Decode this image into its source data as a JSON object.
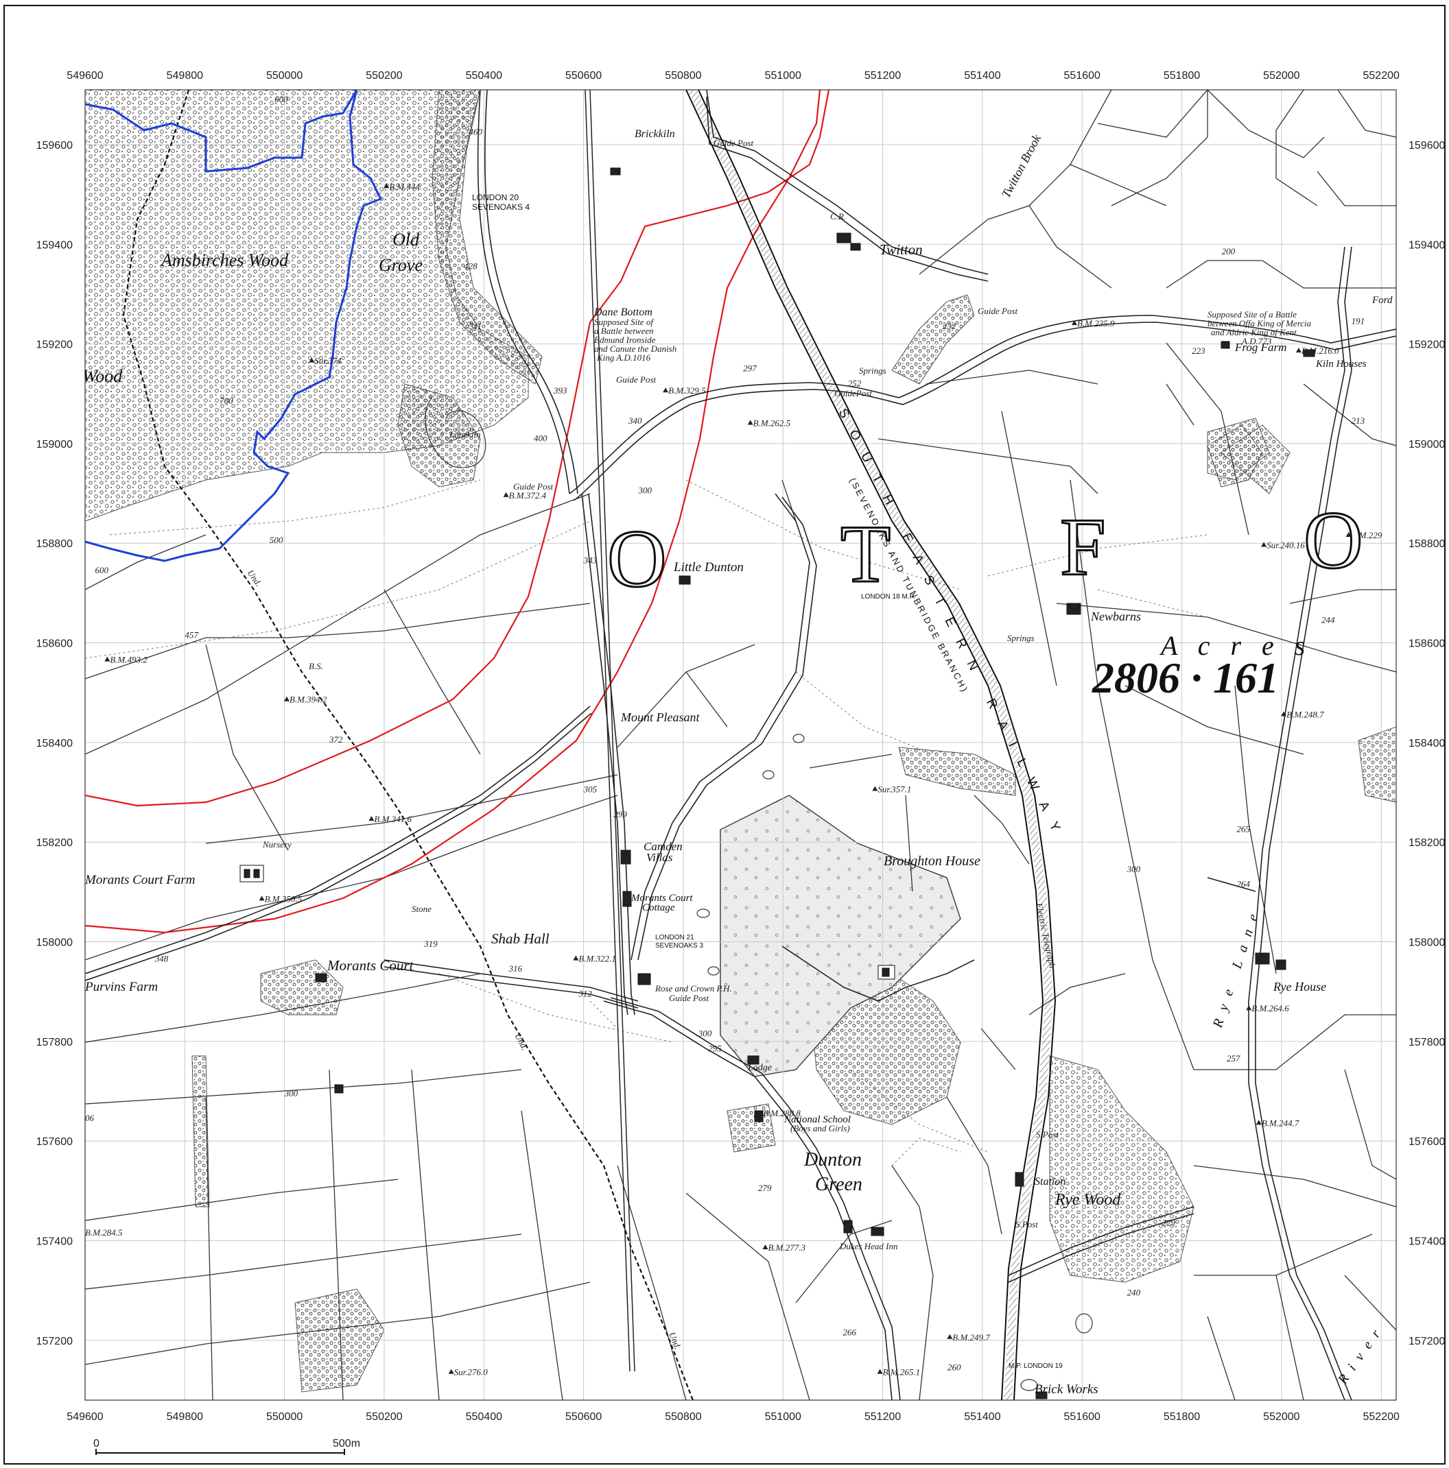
{
  "map": {
    "x_ticks": [
      "549600",
      "549800",
      "550000",
      "550200",
      "550400",
      "550600",
      "550800",
      "551000",
      "551200",
      "551400",
      "551600",
      "551800",
      "552000",
      "552200"
    ],
    "y_ticks": [
      "159600",
      "159400",
      "159200",
      "159000",
      "158800",
      "158600",
      "158400",
      "158200",
      "158000",
      "157800",
      "157600",
      "157400",
      "157200"
    ],
    "extent": {
      "xmin": 549600,
      "xmax": 552230,
      "ymin": 157080,
      "ymax": 159710
    },
    "colors": {
      "boundary_blue": "#1f3fd6",
      "contour_red": "#e01a1a",
      "grid": "#c8c8c8",
      "ink": "#111111",
      "woodland": "#555555"
    },
    "scale_bar": {
      "start": "0",
      "end": "500m"
    }
  },
  "labels": {
    "ansbirches_wood": "Amsbirches Wood",
    "old": "Old",
    "grove": "Grove",
    "wood": "Wood",
    "brickkiln": "Brickkiln",
    "guide_post": "Guide Post",
    "guide_post2": "Guide Post",
    "guide_post3": "GuidePost",
    "guide_post4": "Guide Post",
    "guide_post5": "Guide Post",
    "london_sevenoaks_top_1": "LONDON   20",
    "london_sevenoaks_top_2": "SEVENOAKS  4",
    "london_sevenoaks_mid_1": "LONDON   21",
    "london_sevenoaks_mid_2": "SEVENOAKS 3",
    "twitton": "Twitton",
    "twitton_brook": "Twitton Brook",
    "dane_bottom": "Dane Bottom",
    "battle_1": "Supposed Site of",
    "battle_2": "a Battle between",
    "battle_3": "Edmund Ironside",
    "battle_4": "and Canute the Danish",
    "battle_5": "King A.D.1016",
    "offa_1": "Supposed Site of a Battle",
    "offa_2": "between Offa King of Mercia",
    "offa_3": "and Aldric King of Kent",
    "offa_4": "A.D.773",
    "frog_farm": "Frog Farm",
    "kiln_houses": "Kiln Houses",
    "ford": "Ford",
    "springs_1": "Springs",
    "springs_2": "Springs",
    "limekiln": "Limekiln",
    "little_dunton": "Little Dunton",
    "newbarns": "Newbarns",
    "railway_1": "SOUTH EASTERN RAILWAY",
    "railway_2": "(SEVENOAKS AND TUNBRIDGE BRANCH)",
    "london_18": "LONDON 18 M.P.",
    "london_19": "M.P. LONDON 19",
    "mount_pleasant": "Mount Pleasant",
    "camden_villas_1": "Camden",
    "camden_villas_2": "Villas",
    "morants_court_cottage_1": "Morants Court",
    "morants_court_cottage_2": "Cottage",
    "broughton_house": "Broughton House",
    "nursery": "Nursery",
    "morants_court_farm": "Morants Court Farm",
    "stone": "Stone",
    "shab_hall": "Shab Hall",
    "morants_court": "Morants Court",
    "purvins_farm": "Purvins Farm",
    "rose_crown": "Rose and Crown P.H.",
    "lodge": "Lodge",
    "national_school_1": "National School",
    "national_school_2": "(Boys and Girls)",
    "dunton": "Dunton",
    "green": "Green",
    "dukes_head": "Dukes Head Inn",
    "station": "Station",
    "rye_wood": "Rye Wood",
    "brick_works": "Brick Works",
    "rye_lane": "Rye Lane",
    "rye_house": "Rye House",
    "electric_telegraph": "Electric Telegraph",
    "river": "River",
    "und_1": "Und.",
    "und_2": "Und.",
    "und_3": "Und.",
    "bs": "B.S.",
    "s_post_1": "S.Post",
    "s_post_2": "S.Post",
    "cr": "C.R."
  },
  "big_letters": [
    "O",
    "T",
    "F",
    "O"
  ],
  "acres": {
    "word": "A c r e s",
    "value": "2806 · 161"
  },
  "heights": [
    {
      "t": "600",
      "x": 549980,
      "y": 159685
    },
    {
      "t": "460",
      "x": 550370,
      "y": 159620
    },
    {
      "t": "428",
      "x": 550360,
      "y": 159350
    },
    {
      "t": "311",
      "x": 550370,
      "y": 159230
    },
    {
      "t": "393",
      "x": 550540,
      "y": 159100
    },
    {
      "t": "400",
      "x": 550500,
      "y": 159005
    },
    {
      "t": "340",
      "x": 550690,
      "y": 159040
    },
    {
      "t": "300",
      "x": 550710,
      "y": 158900
    },
    {
      "t": "297",
      "x": 550920,
      "y": 159145
    },
    {
      "t": "252",
      "x": 551130,
      "y": 159115
    },
    {
      "t": "232",
      "x": 551320,
      "y": 159230
    },
    {
      "t": "223",
      "x": 551820,
      "y": 159180
    },
    {
      "t": "200",
      "x": 551880,
      "y": 159380
    },
    {
      "t": "191",
      "x": 552140,
      "y": 159240
    },
    {
      "t": "213",
      "x": 552140,
      "y": 159040
    },
    {
      "t": "700",
      "x": 549870,
      "y": 159080
    },
    {
      "t": "500",
      "x": 549970,
      "y": 158800
    },
    {
      "t": "600",
      "x": 549620,
      "y": 158740
    },
    {
      "t": "457",
      "x": 549800,
      "y": 158610
    },
    {
      "t": "372",
      "x": 550090,
      "y": 158400
    },
    {
      "t": "343",
      "x": 550600,
      "y": 158760
    },
    {
      "t": "305",
      "x": 550600,
      "y": 158300
    },
    {
      "t": "299",
      "x": 550660,
      "y": 158250
    },
    {
      "t": "244",
      "x": 552080,
      "y": 158640
    },
    {
      "t": "265",
      "x": 551910,
      "y": 158220
    },
    {
      "t": "264",
      "x": 551910,
      "y": 158110
    },
    {
      "t": "300",
      "x": 551690,
      "y": 158140
    },
    {
      "t": "348",
      "x": 549740,
      "y": 157960
    },
    {
      "t": "319",
      "x": 550280,
      "y": 157990
    },
    {
      "t": "316",
      "x": 550450,
      "y": 157940
    },
    {
      "t": "312",
      "x": 550590,
      "y": 157890
    },
    {
      "t": "300",
      "x": 550830,
      "y": 157810
    },
    {
      "t": "295",
      "x": 550850,
      "y": 157780
    },
    {
      "t": "257",
      "x": 551890,
      "y": 157760
    },
    {
      "t": "300",
      "x": 550000,
      "y": 157690
    },
    {
      "t": "279",
      "x": 550950,
      "y": 157500
    },
    {
      "t": "229",
      "x": 551760,
      "y": 157430
    },
    {
      "t": "240",
      "x": 551690,
      "y": 157290
    },
    {
      "t": "266",
      "x": 551120,
      "y": 157210
    },
    {
      "t": "260",
      "x": 551330,
      "y": 157140
    },
    {
      "t": "06",
      "x": 549600,
      "y": 157640
    }
  ],
  "benchmarks": [
    {
      "t": "B.M.444.",
      "x": 550210,
      "y": 159510
    },
    {
      "t": "B.M.235.9",
      "x": 551590,
      "y": 159235
    },
    {
      "t": "B.M.329.5",
      "x": 550770,
      "y": 159100
    },
    {
      "t": "B.M.262.5",
      "x": 550940,
      "y": 159035
    },
    {
      "t": "B.M.372.4",
      "x": 550450,
      "y": 158890
    },
    {
      "t": "B.M.493.2",
      "x": 549650,
      "y": 158560
    },
    {
      "t": "B.M.394.2",
      "x": 550010,
      "y": 158480
    },
    {
      "t": "B.M.341.6",
      "x": 550180,
      "y": 158240
    },
    {
      "t": "B.M.350.5",
      "x": 549960,
      "y": 158080
    },
    {
      "t": "B.M.322.1",
      "x": 550590,
      "y": 157960
    },
    {
      "t": "B.M.288.8",
      "x": 550960,
      "y": 157650
    },
    {
      "t": "B.M.277.3",
      "x": 550970,
      "y": 157380
    },
    {
      "t": "B.M.265.1",
      "x": 551200,
      "y": 157130
    },
    {
      "t": "B.M.249.7",
      "x": 551340,
      "y": 157200
    },
    {
      "t": "B.M.244.7",
      "x": 551960,
      "y": 157630
    },
    {
      "t": "B.M.248.7",
      "x": 552010,
      "y": 158450
    },
    {
      "t": "B.M.264.6",
      "x": 551940,
      "y": 157860
    },
    {
      "t": "B.M.216.0",
      "x": 552040,
      "y": 159180
    },
    {
      "t": "B.M.229",
      "x": 552140,
      "y": 158810
    },
    {
      "t": "B.M.284.5",
      "x": 549600,
      "y": 157410
    },
    {
      "t": "Sur.374",
      "x": 550060,
      "y": 159160
    },
    {
      "t": "Sur.357.1",
      "x": 551190,
      "y": 158300
    },
    {
      "t": "Sur.240.16",
      "x": 551970,
      "y": 158790
    },
    {
      "t": "Sur.276.0",
      "x": 550340,
      "y": 157130
    }
  ]
}
